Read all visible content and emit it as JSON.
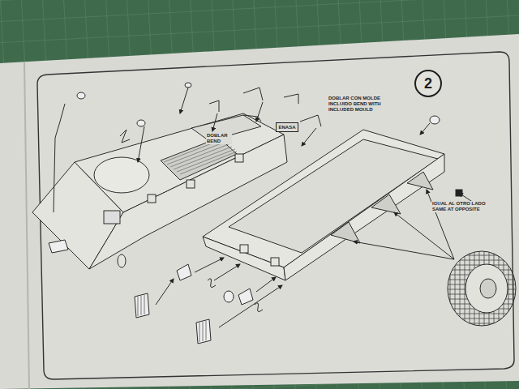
{
  "diagram": {
    "nodes": [
      {
        "text": [
          "2"
        ]
      },
      {
        "text": [
          "ENASA"
        ]
      }
    ],
    "labels": [
      "DOBLAR BEND",
      "DOBLAR CON MOLDE INCLUIDO BEND WITH INCLUDED MOULD",
      "IGUAL AL OTRO LADO SAME AT OPPOSITE"
    ]
  }
}
